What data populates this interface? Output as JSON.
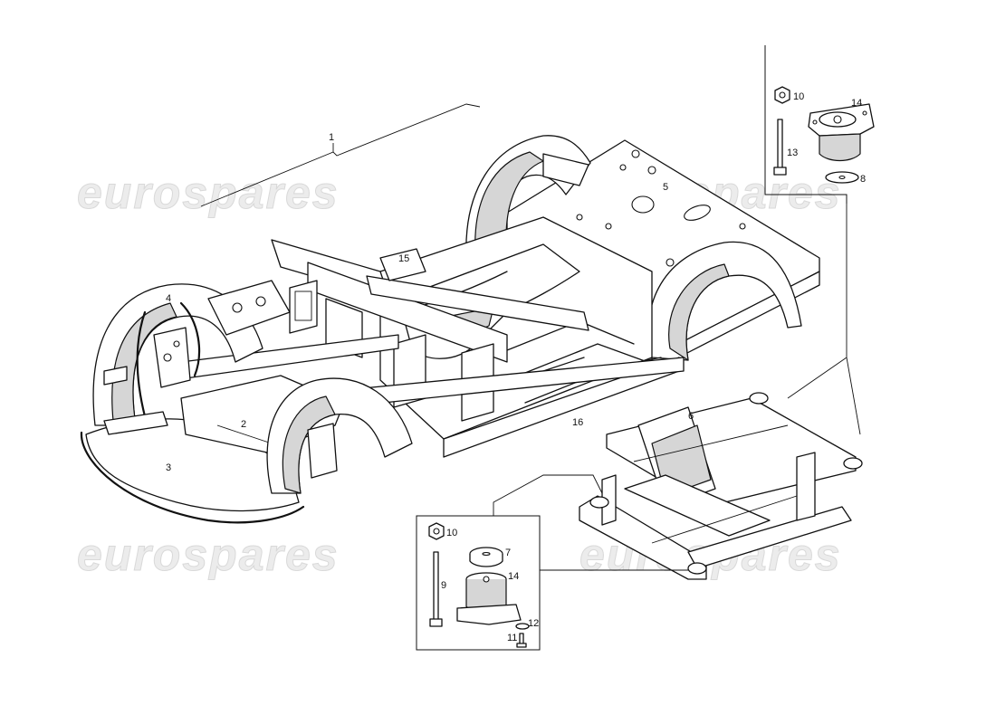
{
  "watermark": "eurospares",
  "callouts": {
    "c1": "1",
    "c2": "2",
    "c3": "3",
    "c4": "4",
    "c5": "5",
    "c6": "6",
    "c7": "7",
    "c8": "8",
    "c9": "9",
    "c10a": "10",
    "c10b": "10",
    "c11": "11",
    "c12": "12",
    "c13": "13",
    "c14a": "14",
    "c14b": "14",
    "c15": "15",
    "c16": "16"
  }
}
